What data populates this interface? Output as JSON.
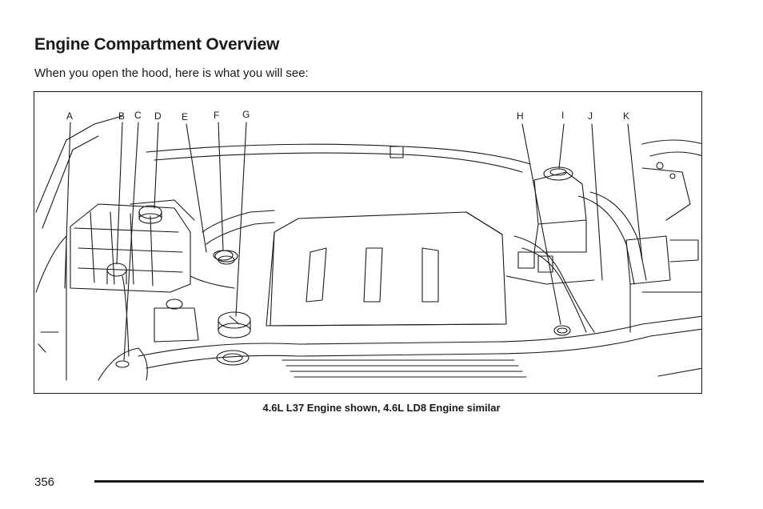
{
  "heading": "Engine Compartment Overview",
  "intro": "When you open the hood, here is what you will see:",
  "figure": {
    "callouts": [
      "A",
      "B",
      "C",
      "D",
      "E",
      "F",
      "G",
      "H",
      "I",
      "J",
      "K"
    ],
    "caption": "4.6L L37 Engine shown, 4.6L LD8 Engine similar"
  },
  "page_number": "356"
}
